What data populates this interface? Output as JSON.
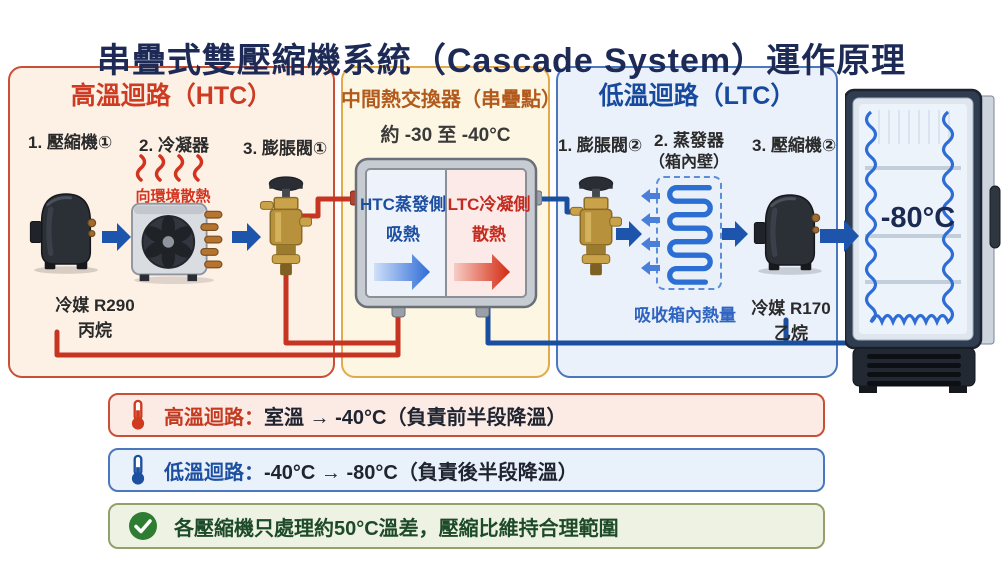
{
  "title": "串疊式雙壓縮機系統（Cascade System）運作原理",
  "htc": {
    "title": "高溫迴路（HTC）",
    "steps": [
      "1. 壓縮機①",
      "2. 冷凝器",
      "3. 膨脹閥①"
    ],
    "heat_note": "向環境散熱",
    "refrigerant": "冷媒 R290",
    "refrigerant_sub": "丙烷"
  },
  "hx": {
    "title": "中間熱交換器（串疊點）",
    "temp_range": "約 -30 至 -40°C",
    "evap_line1": "HTC蒸發側",
    "evap_line2": "吸熱",
    "cond_line1": "LTC冷凝側",
    "cond_line2": "散熱"
  },
  "ltc": {
    "title": "低溫迴路（LTC）",
    "steps": [
      "1. 膨脹閥②",
      "2. 蒸發器",
      "3. 壓縮機②"
    ],
    "step2_sub": "（箱內壁）",
    "absorb_note": "吸收箱內熱量",
    "refrigerant": "冷媒 R170",
    "refrigerant_sub": "乙烷"
  },
  "freezer": {
    "temp": "-80°C"
  },
  "notes": [
    {
      "icon": "thermometer-hot-icon",
      "label": "高溫迴路：",
      "text": "室溫 → -40°C（負責前半段降溫）"
    },
    {
      "icon": "thermometer-cold-icon",
      "label": "低溫迴路：",
      "text": "-40°C → -80°C（負責後半段降溫）"
    },
    {
      "icon": "check-circle-icon",
      "label": "",
      "text": "各壓縮機只處理約50°C溫差，壓縮比維持合理範圍"
    }
  ],
  "colors": {
    "title_navy": "#1d2a56",
    "htc_red": "#cc3b22",
    "mid_orange": "#b25a1c",
    "ltc_blue": "#174a9c",
    "pipe_red": "#c63422",
    "pipe_blue": "#1a4fa0",
    "arrow_blue": "#1d55ad",
    "check_green": "#2e7d32"
  }
}
